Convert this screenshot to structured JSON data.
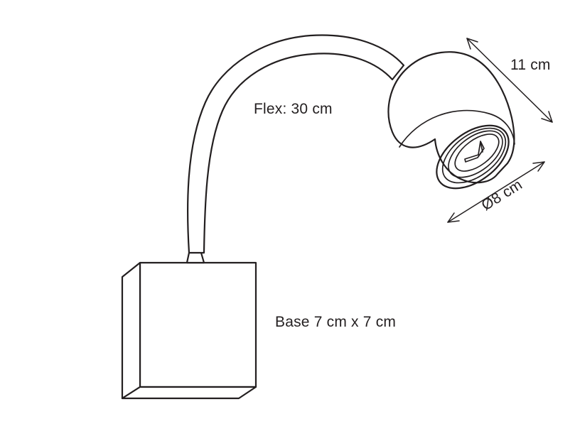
{
  "drawing": {
    "title": "Wall lamp dimensioned technical drawing",
    "background_color": "#ffffff",
    "line_color": "#231f20",
    "text_color": "#231f20"
  },
  "labels": {
    "flex": "Flex: 30 cm",
    "base": "Base 7 cm x 7 cm",
    "head_length": "11 cm",
    "head_diameter": "Ø8 cm"
  },
  "parts": {
    "shade_name": "lamp-shade",
    "arm_name": "flexible-arm",
    "base_name": "mounting-base",
    "bulb_name": "bulb-filament"
  },
  "dimensions": {
    "flex_length_cm": 30,
    "base_width_cm": 7,
    "base_depth_cm": 7,
    "shade_length_cm": 11,
    "shade_diameter_cm": 8
  }
}
